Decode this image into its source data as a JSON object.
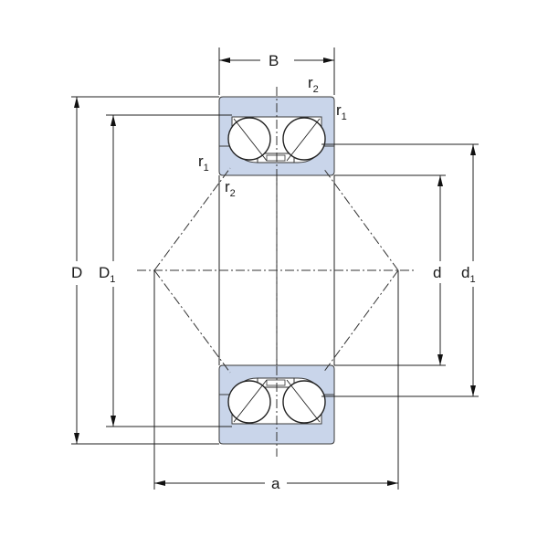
{
  "labels": {
    "B": "B",
    "D": "D",
    "D1_main": "D",
    "D1_sub": "1",
    "d": "d",
    "d1_main": "d",
    "d1_sub": "1",
    "a": "a",
    "r_main": "r",
    "r1_sub": "1",
    "r2_sub": "2"
  },
  "colors": {
    "ring_fill": "#c9d5ea",
    "outline": "#222222"
  }
}
